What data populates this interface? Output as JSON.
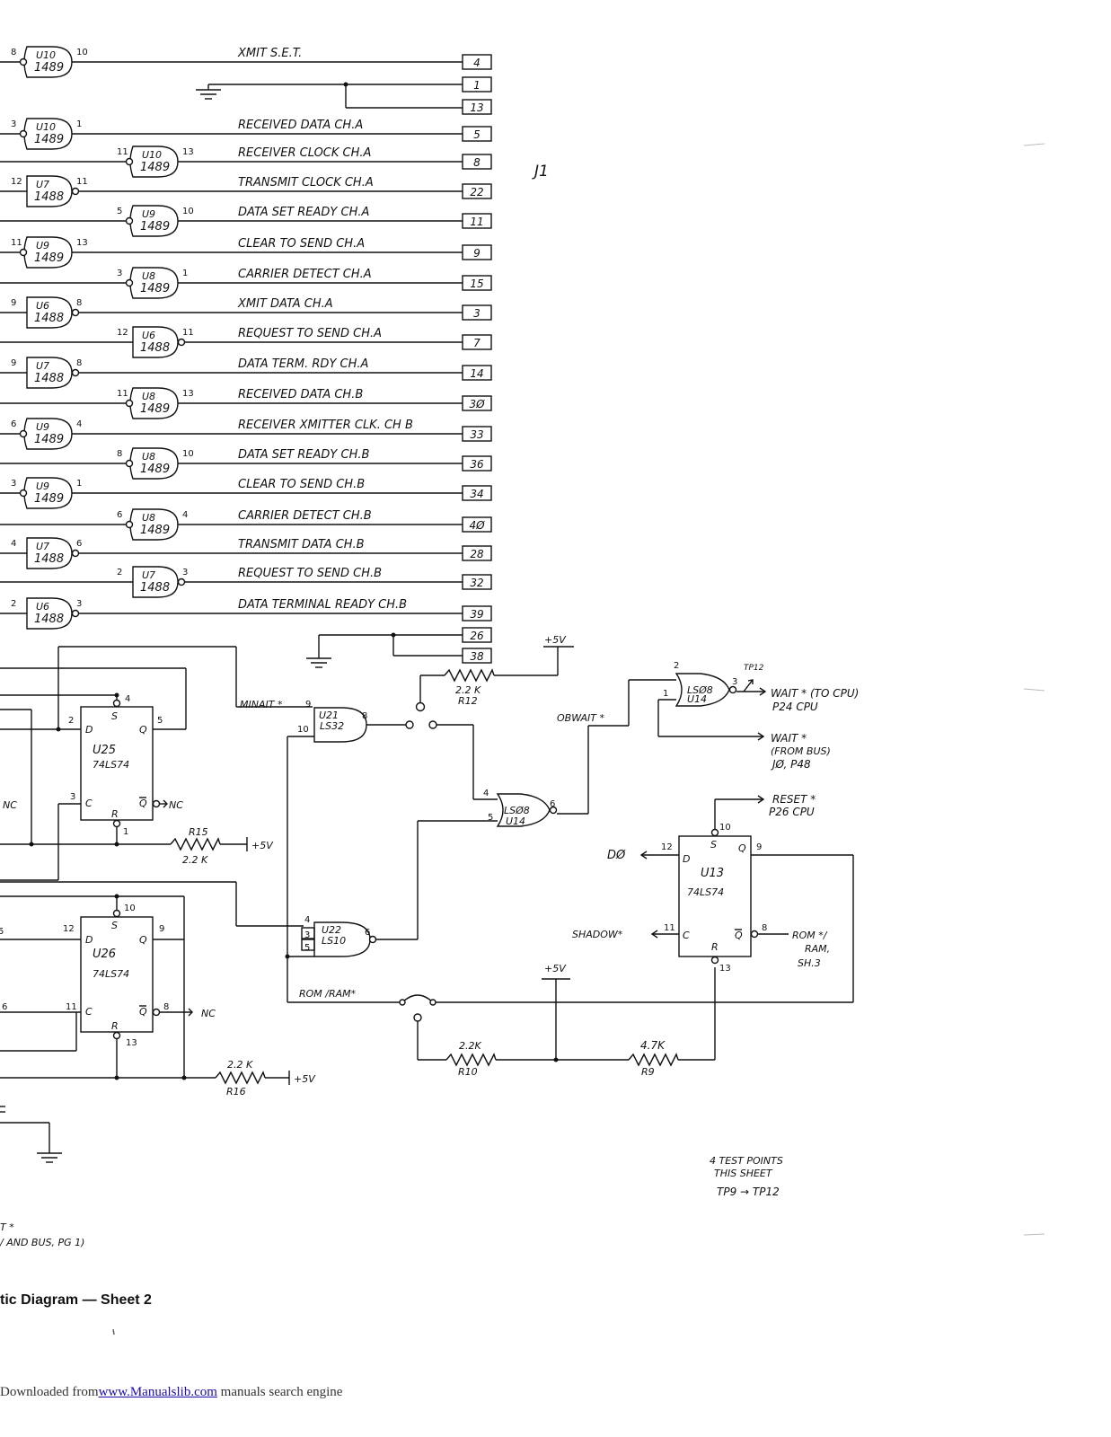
{
  "connector": {
    "name": "J1"
  },
  "rs232_lines": [
    {
      "gate": "U10",
      "type": "1489",
      "in_pin": "8",
      "out_pin": "10",
      "signal": "XMIT S.E.T.",
      "pin": "4"
    },
    {
      "gate": "",
      "type": "",
      "in_pin": "",
      "out_pin": "",
      "signal": "",
      "pin": "1"
    },
    {
      "gate": "",
      "type": "",
      "in_pin": "",
      "out_pin": "",
      "signal": "",
      "pin": "13"
    },
    {
      "gate": "U10",
      "type": "1489",
      "in_pin": "3",
      "out_pin": "1",
      "signal": "RECEIVED DATA  CH.A",
      "pin": "5"
    },
    {
      "gate": "U10",
      "type": "1489",
      "in_pin": "11",
      "out_pin": "13",
      "signal": "RECEIVER CLOCK  CH.A",
      "pin": "8"
    },
    {
      "gate": "U7",
      "type": "1488",
      "in_pin": "12",
      "out_pin": "11",
      "signal": "TRANSMIT CLOCK  CH.A",
      "pin": "22"
    },
    {
      "gate": "U9",
      "type": "1489",
      "in_pin": "5",
      "out_pin": "10",
      "signal": "DATA SET READY CH.A",
      "pin": "11"
    },
    {
      "gate": "U9",
      "type": "1489",
      "in_pin": "11",
      "out_pin": "13",
      "signal": "CLEAR TO SEND  CH.A",
      "pin": "9"
    },
    {
      "gate": "U8",
      "type": "1489",
      "in_pin": "3",
      "out_pin": "1",
      "signal": "CARRIER DETECT  CH.A",
      "pin": "15"
    },
    {
      "gate": "U6",
      "type": "1488",
      "in_pin": "9",
      "out_pin": "8",
      "signal": "XMIT DATA  CH.A",
      "pin": "3"
    },
    {
      "gate": "U6",
      "type": "1488",
      "in_pin": "12",
      "out_pin": "11",
      "signal": "REQUEST TO SEND  CH.A",
      "pin": "7"
    },
    {
      "gate": "U7",
      "type": "1488",
      "in_pin": "9",
      "out_pin": "8",
      "signal": "DATA TERM. RDY  CH.A",
      "pin": "14"
    },
    {
      "gate": "U8",
      "type": "1489",
      "in_pin": "11",
      "out_pin": "13",
      "signal": "RECEIVED DATA  CH.B",
      "pin": "3Ø"
    },
    {
      "gate": "U9",
      "type": "1489",
      "in_pin": "6",
      "out_pin": "4",
      "signal": "RECEIVER XMITTER CLK. CH B",
      "pin": "33"
    },
    {
      "gate": "U8",
      "type": "1489",
      "in_pin": "8",
      "out_pin": "10",
      "signal": "DATA SET READY CH.B",
      "pin": "36"
    },
    {
      "gate": "U9",
      "type": "1489",
      "in_pin": "3",
      "out_pin": "1",
      "signal": "CLEAR TO SEND  CH.B",
      "pin": "34"
    },
    {
      "gate": "U8",
      "type": "1489",
      "in_pin": "6",
      "out_pin": "4",
      "signal": "CARRIER DETECT  CH.B",
      "pin": "4Ø"
    },
    {
      "gate": "U7",
      "type": "1488",
      "in_pin": "4",
      "out_pin": "6",
      "signal": "TRANSMIT DATA  CH.B",
      "pin": "28"
    },
    {
      "gate": "U7",
      "type": "1488",
      "in_pin": "2",
      "out_pin": "3",
      "signal": "REQUEST TO SEND  CH.B",
      "pin": "32"
    },
    {
      "gate": "U6",
      "type": "1488",
      "in_pin": "2",
      "out_pin": "3",
      "signal": "DATA TERMINAL READY CH.B",
      "pin": "39"
    },
    {
      "gate": "",
      "type": "",
      "in_pin": "",
      "out_pin": "",
      "signal": "",
      "pin": "26"
    },
    {
      "gate": "",
      "type": "",
      "in_pin": "",
      "out_pin": "",
      "signal": "",
      "pin": "38"
    }
  ],
  "power": {
    "v5": "+5V",
    "label_plus5": "+5V"
  },
  "resistors": {
    "r12": {
      "name": "R12",
      "value": "2.2 K"
    },
    "r15": {
      "name": "R15",
      "value": "2.2 K"
    },
    "r16": {
      "name": "R16",
      "value": "2.2 K"
    },
    "r10": {
      "name": "R10",
      "value": "2.2K"
    },
    "r9": {
      "name": "R9",
      "value": "4.7K"
    }
  },
  "flipflops": {
    "u25": {
      "name": "U25",
      "type": "74LS74",
      "s": "S",
      "d": "D",
      "q": "Q",
      "qbar": "Q",
      "c": "C",
      "r": "R",
      "pin_s": "4",
      "pin_d": "2",
      "pin_q": "5",
      "pin_c": "3",
      "pin_r": "1",
      "nc": "NC"
    },
    "u26": {
      "name": "U26",
      "type": "74LS74",
      "s": "S",
      "d": "D",
      "q": "Q",
      "qbar": "Q",
      "c": "C",
      "r": "R",
      "pin_s": "10",
      "pin_d": "12",
      "pin_q": "9",
      "pin_c": "11",
      "pin_qbar": "8",
      "pin_r": "13",
      "nc": "NC"
    },
    "u13": {
      "name": "U13",
      "type": "74LS74",
      "s": "S",
      "d": "D",
      "q": "Q",
      "qbar": "Q",
      "c": "C",
      "r": "R",
      "pin_s": "10",
      "pin_d": "12",
      "pin_q": "9",
      "pin_c": "11",
      "pin_qbar": "8",
      "pin_r": "13"
    }
  },
  "logic_gates": {
    "u21": {
      "name": "U21",
      "type": "LS32",
      "in1": "9",
      "in2": "10",
      "out": "8"
    },
    "u22": {
      "name": "U22",
      "type": "LS10",
      "in1": "4",
      "in2": "3",
      "in3": "5",
      "out": "6"
    },
    "u14a": {
      "name": "U14",
      "type": "LSØ8",
      "in1": "4",
      "in2": "5",
      "out": "6"
    },
    "u14b": {
      "name": "U14",
      "type": "LSØ8",
      "in1": "2",
      "in2": "1",
      "out": "3"
    }
  },
  "signals": {
    "minwait": "MINAIT *",
    "obwait": "OBWAIT *",
    "wait_cpu": "WAIT * (TO CPU)",
    "wait_cpu_pin": "P24 CPU",
    "wait_bus": "WAIT *",
    "wait_bus_sub": "(FROM BUS)",
    "wait_bus_pin": "JØ, P48",
    "tp12": "TP12",
    "reset": "RESET *",
    "reset_pin": "P26 CPU",
    "d0": "DØ",
    "shadow": "SHADOW*",
    "rom_ram": "ROM */",
    "rom_ram2": "RAM,",
    "rom_ram3": "SH.3",
    "rom_ram_jumper": "ROM /RAM*"
  },
  "left_edge": {
    "nc1": "NC",
    "pin5": "5",
    "pin6": "6",
    "bus_note_1": "T *",
    "bus_note_2": "/ AND BUS, PG 1)"
  },
  "note": {
    "line1": "4  TEST  POINTS",
    "line2": "THIS  SHEET",
    "line3": "TP9 → TP12"
  },
  "caption": "tic Diagram — Sheet 2",
  "footer": {
    "prefix": "Downloaded from",
    "link": "www.Manualslib.com",
    "suffix": " manuals search engine"
  }
}
